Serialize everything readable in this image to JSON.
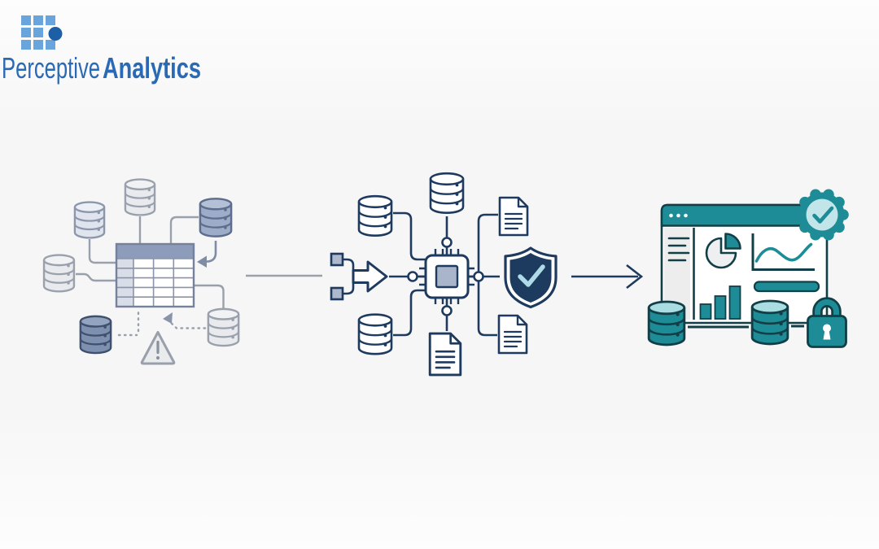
{
  "logo": {
    "brand_regular": "Perceptive",
    "brand_bold": "Analytics"
  },
  "palette": {
    "background": "#f6f6f6",
    "logo_text": "#2a69b3",
    "logo_grid": "#69a4dc",
    "logo_dot": "#1d5fa7",
    "line_gray": "#98a0ac",
    "db_light": "#e8eaed",
    "db_light_top": "#f1f2f4",
    "db_light_stroke": "#9aa1ac",
    "db_blue": "#dfe4ee",
    "db_blue_top": "#ebeff6",
    "db_blue_stroke": "#8d97ab",
    "db_slate": "#9dadc9",
    "db_slate_top": "#b3c0d6",
    "db_slate_stroke": "#5e6d8c",
    "db_dark": "#7d90b0",
    "db_dark_top": "#93a4c0",
    "db_dark_stroke": "#404f6b",
    "table_header": "#8d9cbb",
    "table_stripe": "#d8dde7",
    "table_grid": "#8a94a8",
    "table_border": "#76829b",
    "warn_fill": "#e9ebed",
    "warn_stroke": "#99a0ab",
    "warn_glyph": "#8a919e",
    "navy": "#1e3a5e",
    "chip_inner": "#a9b5cb",
    "merge_square": "#aeb9ce",
    "shield_fill": "#1d3a5f",
    "check_light": "#aed9e6",
    "teal": "#1e8c96",
    "teal_light": "#a9dde1",
    "teal_dark": "#123f47",
    "panel": "#ededee",
    "pie_fill": "#edeff0",
    "badge_inner": "#c2e5e9"
  },
  "diagram": {
    "stages": [
      {
        "id": "raw-data-sources",
        "icons": [
          "database-icon",
          "database-icon",
          "database-icon",
          "database-icon",
          "database-icon",
          "database-icon",
          "spreadsheet-table-icon",
          "warning-triangle-icon",
          "arrow-into-table-icon"
        ]
      },
      {
        "id": "data-processing",
        "icons": [
          "merge-arrow-icon",
          "cpu-chip-icon",
          "database-icon",
          "database-icon",
          "database-icon",
          "document-icon",
          "document-icon",
          "document-icon",
          "security-shield-check-icon"
        ]
      },
      {
        "id": "analytics-output",
        "icons": [
          "dashboard-window-icon",
          "pie-chart-icon",
          "line-chart-icon",
          "bar-chart-icon",
          "database-icon",
          "database-icon",
          "verified-badge-icon",
          "padlock-icon"
        ]
      }
    ]
  }
}
